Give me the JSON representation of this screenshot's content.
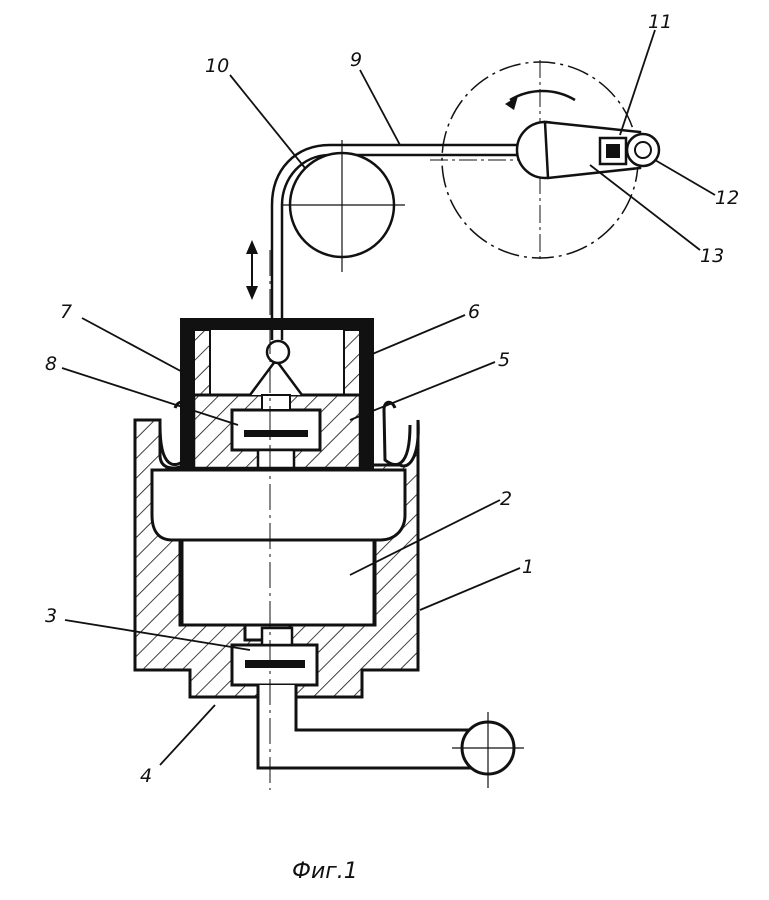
{
  "labels": {
    "n1": "1",
    "n2": "2",
    "n3": "3",
    "n4": "4",
    "n5": "5",
    "n6": "6",
    "n7": "7",
    "n8": "8",
    "n9": "9",
    "n10": "10",
    "n11": "11",
    "n12": "12",
    "n13": "13"
  },
  "caption": "Фиг.1",
  "colors": {
    "ink": "#111111",
    "paper": "#ffffff"
  }
}
